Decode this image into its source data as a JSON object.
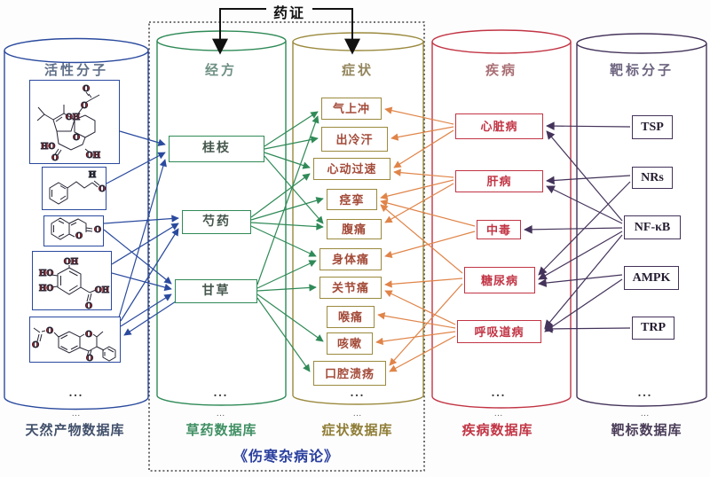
{
  "figure": {
    "top_label": "药证",
    "scroll_title": "《伤寒杂病论》",
    "ellipsis": "...",
    "ellipsis_small": "..."
  },
  "columns": {
    "molecules": {
      "header": "活性分子",
      "db_label": "天然产物数据库"
    },
    "formulas": {
      "header": "经方",
      "db_label": "草药数据库"
    },
    "symptoms": {
      "header": "症状",
      "db_label": "症状数据库"
    },
    "diseases": {
      "header": "疾病",
      "db_label": "疾病数据库"
    },
    "targets": {
      "header": "靶标分子",
      "db_label": "靶标数据库"
    }
  },
  "herbs": [
    "桂枝",
    "芍药",
    "甘草"
  ],
  "symptoms": [
    "气上冲",
    "出冷汗",
    "心动过速",
    "痉挛",
    "腹痛",
    "身体痛",
    "关节痛",
    "喉痛",
    "咳嗽",
    "口腔溃疡"
  ],
  "diseases": [
    "心脏病",
    "肝病",
    "中毒",
    "糖尿病",
    "呼吸道病"
  ],
  "targets": [
    "TSP",
    "NRs",
    "NF-κB",
    "AMPK",
    "TRP"
  ],
  "atom_labels": {
    "m1": [
      "O",
      "O",
      "OH",
      "O",
      "HO",
      "O",
      "OH"
    ],
    "m2": [
      "H",
      "O"
    ],
    "m3": [
      "O",
      "O"
    ],
    "m4": [
      "OH",
      "HO",
      "HO",
      "O",
      "OH"
    ],
    "m5": [
      "O",
      "O",
      "O",
      "O"
    ]
  },
  "colors": {
    "molecule_blue": "#2a4a9e",
    "formula_green": "#2f8a57",
    "symptom_olive": "#9b8a3e",
    "disease_red": "#c23545",
    "target_purple": "#44335a",
    "arrow_orange": "#e08448",
    "atom_red": "#cc2020",
    "scroll_navy": "#2a3f9f"
  },
  "edges": {
    "molecule_to_herb": [
      [
        "m1",
        "桂枝"
      ],
      [
        "m2",
        "桂枝"
      ],
      [
        "m3",
        "芍药"
      ],
      [
        "m3",
        "甘草"
      ],
      [
        "m4",
        "芍药"
      ],
      [
        "m4",
        "甘草"
      ],
      [
        "m5",
        "桂枝"
      ],
      [
        "m5",
        "芍药"
      ],
      [
        "m5",
        "甘草"
      ]
    ],
    "herb_to_molecule": [
      [
        "甘草",
        "m5"
      ]
    ],
    "herb_to_symptom": [
      [
        "桂枝",
        "气上冲"
      ],
      [
        "桂枝",
        "出冷汗"
      ],
      [
        "桂枝",
        "心动过速"
      ],
      [
        "桂枝",
        "腹痛"
      ],
      [
        "芍药",
        "心动过速"
      ],
      [
        "芍药",
        "痉挛"
      ],
      [
        "芍药",
        "腹痛"
      ],
      [
        "芍药",
        "身体痛"
      ],
      [
        "甘草",
        "气上冲"
      ],
      [
        "甘草",
        "身体痛"
      ],
      [
        "甘草",
        "关节痛"
      ],
      [
        "甘草",
        "咳嗽"
      ],
      [
        "甘草",
        "口腔溃疡"
      ]
    ],
    "disease_to_symptom": [
      [
        "心脏病",
        "气上冲"
      ],
      [
        "心脏病",
        "出冷汗"
      ],
      [
        "心脏病",
        "心动过速"
      ],
      [
        "肝病",
        "心动过速"
      ],
      [
        "肝病",
        "痉挛"
      ],
      [
        "肝病",
        "腹痛"
      ],
      [
        "中毒",
        "痉挛"
      ],
      [
        "中毒",
        "身体痛"
      ],
      [
        "糖尿病",
        "痉挛"
      ],
      [
        "糖尿病",
        "关节痛"
      ],
      [
        "糖尿病",
        "口腔溃疡"
      ],
      [
        "呼吸道病",
        "关节痛"
      ],
      [
        "呼吸道病",
        "喉痛"
      ],
      [
        "呼吸道病",
        "咳嗽"
      ],
      [
        "呼吸道病",
        "口腔溃疡"
      ]
    ],
    "target_to_disease": [
      [
        "TSP",
        "心脏病"
      ],
      [
        "NRs",
        "肝病"
      ],
      [
        "NRs",
        "糖尿病"
      ],
      [
        "NF-κB",
        "心脏病"
      ],
      [
        "NF-κB",
        "肝病"
      ],
      [
        "NF-κB",
        "中毒"
      ],
      [
        "NF-κB",
        "糖尿病"
      ],
      [
        "NF-κB",
        "呼吸道病"
      ],
      [
        "AMPK",
        "糖尿病"
      ],
      [
        "AMPK",
        "呼吸道病"
      ],
      [
        "TRP",
        "呼吸道病"
      ]
    ]
  }
}
